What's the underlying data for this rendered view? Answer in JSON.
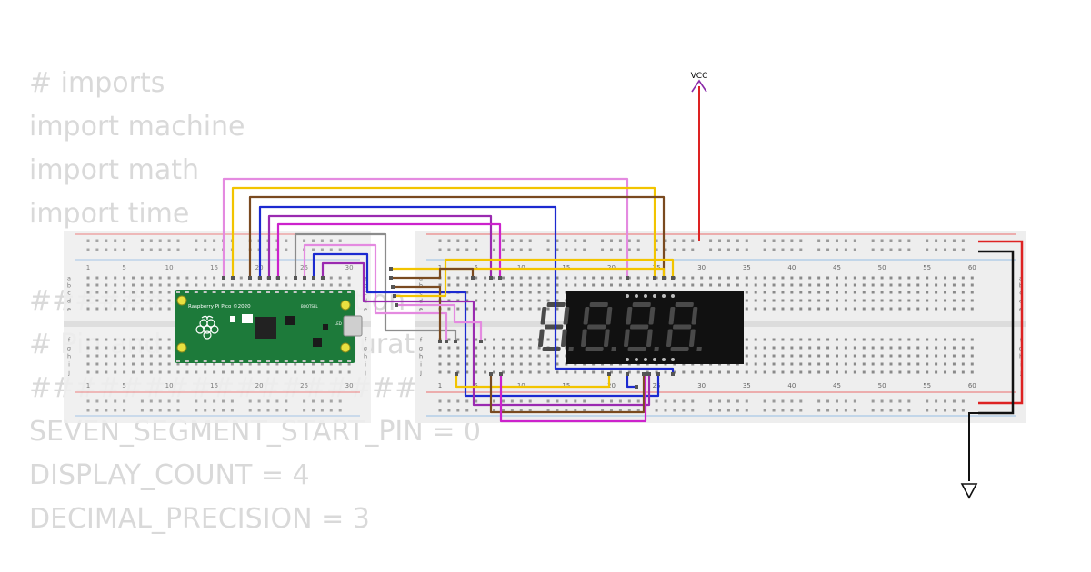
{
  "code_lines": [
    "# imports",
    "import machine",
    "import math",
    "import time",
    "",
    "######## Configuration #####",
    "# Pin and display configuration",
    "###############################",
    "SEVEN_SEGMENT_START_PIN = 0",
    "DISPLAY_COUNT = 4",
    "DECIMAL_PRECISION = 3"
  ],
  "vcc_label": "VCC",
  "breadboard_left": {
    "column_numbers": [
      "1",
      "5",
      "10",
      "15",
      "20",
      "25",
      "30"
    ],
    "row_letters_top": [
      "a",
      "b",
      "c",
      "d",
      "e"
    ],
    "row_letters_bottom": [
      "f",
      "g",
      "h",
      "i",
      "j"
    ]
  },
  "breadboard_right": {
    "column_numbers": [
      "1",
      "5",
      "10",
      "15",
      "20",
      "25",
      "30",
      "35",
      "40",
      "45",
      "50",
      "55",
      "60"
    ],
    "row_letters_top": [
      "a",
      "b",
      "c",
      "d",
      "e"
    ],
    "row_letters_bottom": [
      "f",
      "g",
      "h",
      "i",
      "j"
    ]
  },
  "pico": {
    "silkscreen": "Raspberry Pi Pico ©2020",
    "bootsel_label": "BOOTSEL",
    "led_label": "LED"
  },
  "display": {
    "digits": 4,
    "segment_color": "#4a4a4a"
  },
  "colors": {
    "breadboard": "#eeeeee",
    "rail_red": "#e84040",
    "rail_blue": "#7aaee0",
    "pico_green": "#1d7a3a",
    "vcc_wire": "#dd2222",
    "vcc_arrow": "#8a2aa8",
    "gnd_wire": "#111111",
    "wire_pink": "#e48ae0",
    "wire_yellow": "#f2c400",
    "wire_brown": "#7a4a20",
    "wire_blue": "#1c2ad0",
    "wire_purple": "#9a2ab0",
    "wire_magenta": "#cc22cc",
    "wire_gray": "#8c8c8c"
  }
}
